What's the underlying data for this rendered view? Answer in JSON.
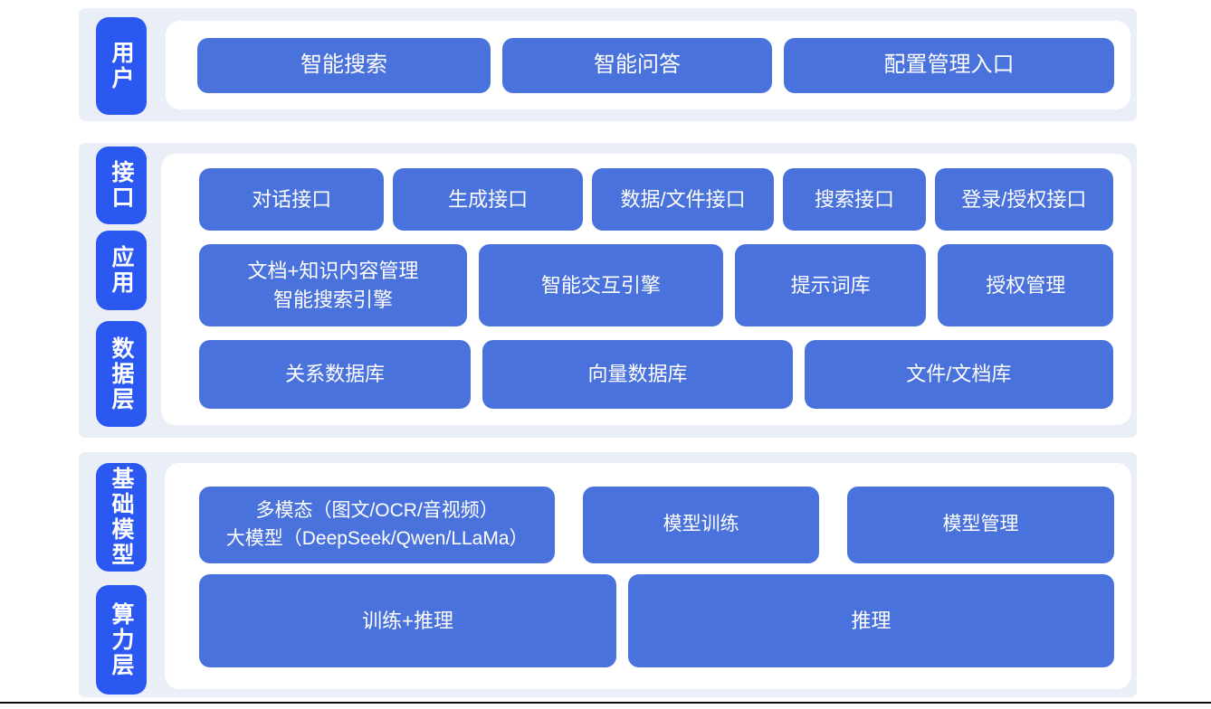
{
  "colors": {
    "panel_bg": "#e9eef7",
    "side_label_bg": "#2b58f0",
    "button_bg": "#4a72dc",
    "text": "#ffffff"
  },
  "sections": {
    "user": {
      "side_label": "用户",
      "buttons": [
        "智能搜索",
        "智能问答",
        "配置管理入口"
      ]
    },
    "middle": {
      "side_labels": [
        "接口",
        "应用",
        "数据层"
      ],
      "api_row": [
        "对话接口",
        "生成接口",
        "数据/文件接口",
        "搜索接口",
        "登录/授权接口"
      ],
      "app_row": [
        "文档+知识内容管理\n智能搜索引擎",
        "智能交互引擎",
        "提示词库",
        "授权管理"
      ],
      "data_row": [
        "关系数据库",
        "向量数据库",
        "文件/文档库"
      ]
    },
    "bottom": {
      "side_labels": [
        "基础模型",
        "算力层"
      ],
      "model_row": [
        "多模态（图文/OCR/音视频）\n大模型（DeepSeek/Qwen/LLaMa）",
        "模型训练",
        "模型管理"
      ],
      "compute_row": [
        "训练+推理",
        "推理"
      ]
    }
  }
}
